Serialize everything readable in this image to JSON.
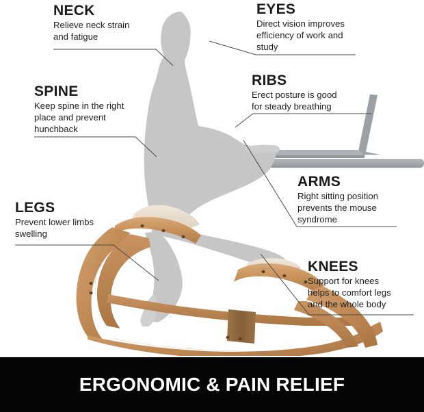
{
  "banner": {
    "title": "ERGONOMIC & PAIN RELIEF"
  },
  "callouts": [
    {
      "key": "neck",
      "title": "NECK",
      "body": "Relieve neck strain\nand fatigue"
    },
    {
      "key": "eyes",
      "title": "EYES",
      "body": "Direct vision improves\nefficiency of work and\nstudy"
    },
    {
      "key": "spine",
      "title": "SPINE",
      "body": "Keep spine in the right\nplace and prevent\nhunchback"
    },
    {
      "key": "ribs",
      "title": "RIBS",
      "body": "Erect posture is good\nfor steady breathing"
    },
    {
      "key": "arms",
      "title": "ARMS",
      "body": "Right sitting position\nprevents the mouse\nsyndrome"
    },
    {
      "key": "legs",
      "title": "LEGS",
      "body": "Prevent lower limbs\nswelling"
    },
    {
      "key": "knees",
      "title": "KNEES",
      "body": "Support for knees\nhelps to comfort legs\nand the whole body"
    }
  ],
  "colors": {
    "background": "#ffffff",
    "banner_background": "#050505",
    "banner_text": "#ffffff",
    "title_text": "#1a1a1a",
    "body_text": "#1f1f1f",
    "leader_line": "#4a4a4a",
    "silhouette": "#c6c6c6",
    "desk_gray": "#a3a8ac",
    "laptop_gray": "#9aa0a4",
    "wood_light": "#cf9b66",
    "wood_mid": "#bd8850",
    "wood_dark": "#9a6f3e",
    "wood_walnut": "#8a6540",
    "cushion": "#e8ddcd"
  },
  "artwork": {
    "person_label": "seated-person-silhouette",
    "chair_label": "wooden-kneeling-chair",
    "laptop_label": "laptop-on-desk",
    "desk_label": "desk-surface"
  }
}
